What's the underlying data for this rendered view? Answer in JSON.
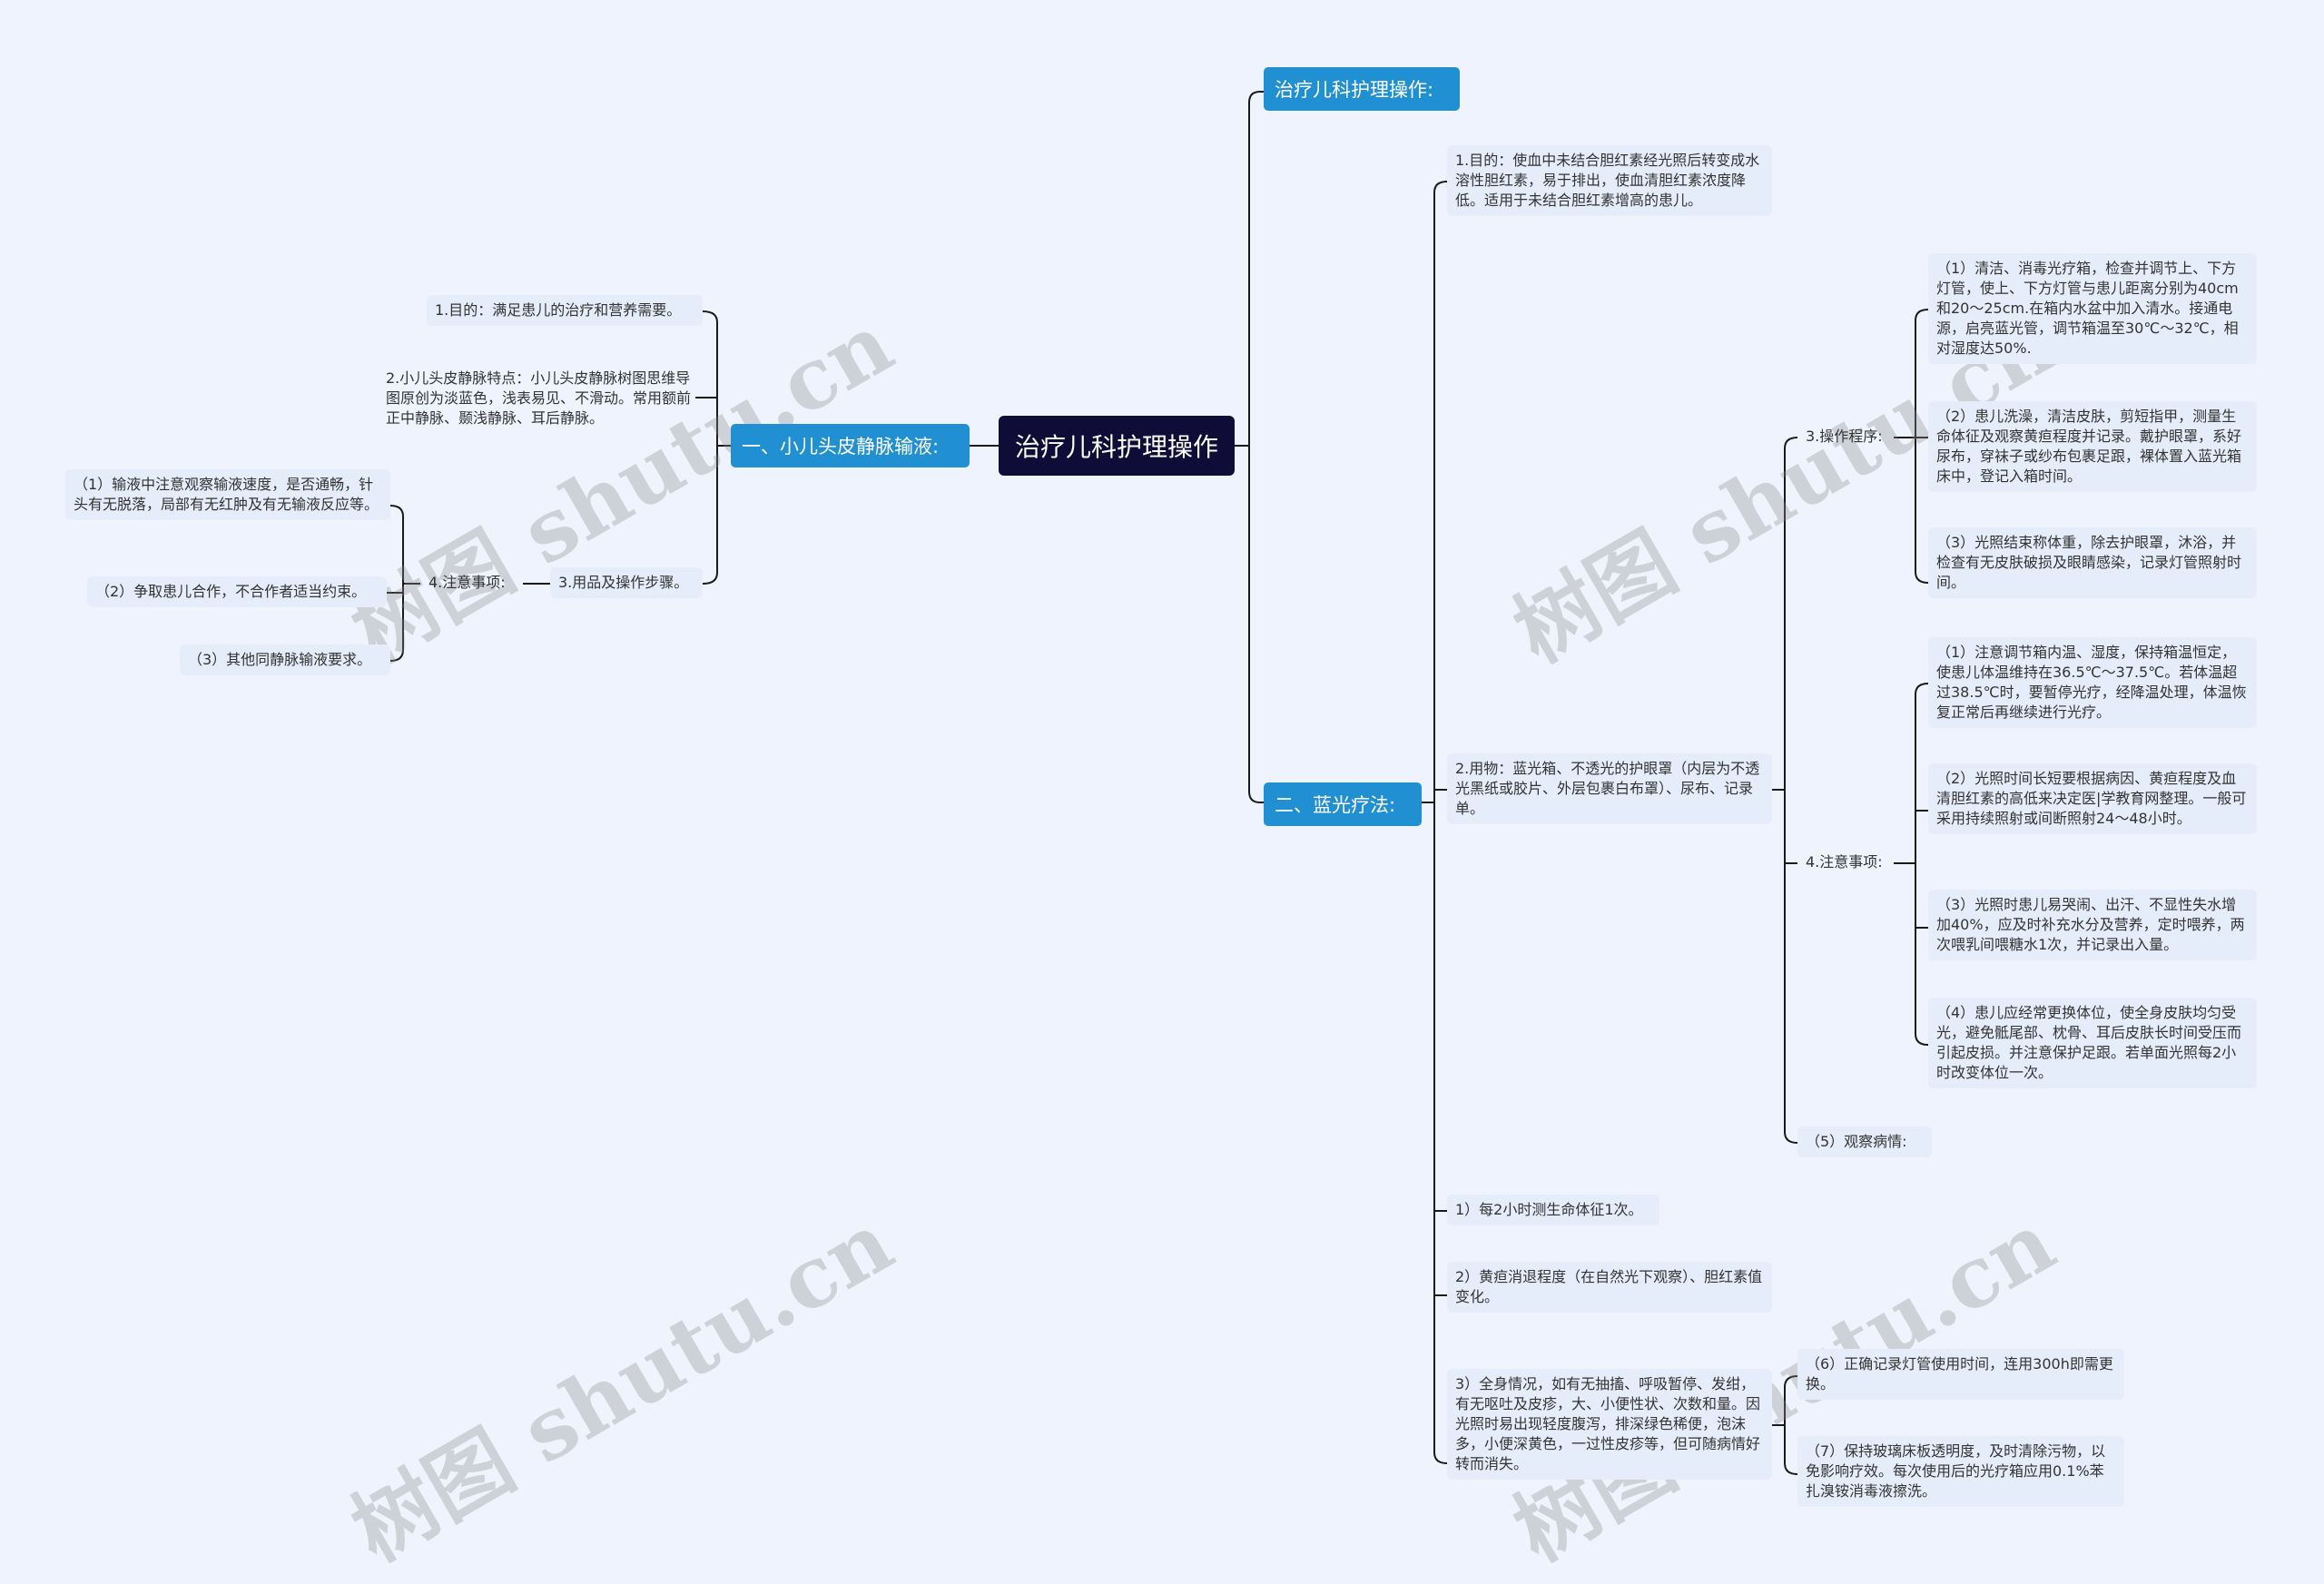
{
  "root": {
    "label": "治疗儿科护理操作"
  },
  "branches": {
    "top": {
      "label": "治疗儿科护理操作:"
    },
    "left": {
      "label": "一、小儿头皮静脉输液:",
      "items": {
        "purpose": "1.目的：满足患儿的治疗和营养需要。",
        "features": "2.小儿头皮静脉特点：小儿头皮静脉树图思维导图原创为淡蓝色，浅表易见、不滑动。常用额前正中静脉、颞浅静脉、耳后静脉。",
        "supplies": "3.用品及操作步骤。",
        "notes": "4.注意事项:",
        "note1": "（1）输液中注意观察输液速度，是否通畅，针头有无脱落，局部有无红肿及有无输液反应等。",
        "note2": "（2）争取患儿合作，不合作者适当约束。",
        "note3": "（3）其他同静脉输液要求。"
      }
    },
    "right": {
      "label": "二、蓝光疗法:",
      "items": {
        "purpose": "1.目的：使血中未结合胆红素经光照后转变成水溶性胆红素，易于排出，使血清胆红素浓度降低。适用于未结合胆红素增高的患儿。",
        "supplies": "2.用物：蓝光箱、不透光的护眼罩（内层为不透光黑纸或胶片、外层包裹白布罩）、尿布、记录单。",
        "procedure": "3.操作程序:",
        "proc1": "（1）清洁、消毒光疗箱，检查并调节上、下方灯管，使上、下方灯管与患儿距离分别为40cm和20～25cm.在箱内水盆中加入清水。接通电源，启亮蓝光管，调节箱温至30℃～32℃，相对湿度达50%.",
        "proc2": "（2）患儿洗澡，清洁皮肤，剪短指甲，测量生命体征及观察黄疸程度并记录。戴护眼罩，系好尿布，穿袜子或纱布包裹足跟，裸体置入蓝光箱床中，登记入箱时间。",
        "proc3": "（3）光照结束称体重，除去护眼罩，沐浴，并检查有无皮肤破损及眼睛感染，记录灯管照射时间。",
        "notes": "4.注意事项:",
        "note1": "（1）注意调节箱内温、湿度，保持箱温恒定，使患儿体温维持在36.5℃～37.5℃。若体温超过38.5℃时，要暂停光疗，经降温处理，体温恢复正常后再继续进行光疗。",
        "note2": "（2）光照时间长短要根据病因、黄疸程度及血清胆红素的高低来决定医|学教育网整理。一般可采用持续照射或间断照射24～48小时。",
        "note3": "（3）光照时患儿易哭闹、出汗、不显性失水增加40%，应及时补充水分及营养，定时喂养，两次喂乳间喂糖水1次，并记录出入量。",
        "note4": "（4）患儿应经常更换体位，使全身皮肤均匀受光，避免骶尾部、枕骨、耳后皮肤长时间受压而引起皮损。并注意保护足跟。若单面光照每2小时改变体位一次。",
        "note5": "（5）观察病情:",
        "obs1": "1）每2小时测生命体征1次。",
        "obs2": "2）黄疸消退程度（在自然光下观察）、胆红素值变化。",
        "obs3": "3）全身情况，如有无抽搐、呼吸暂停、发绀，有无呕吐及皮疹，大、小便性状、次数和量。因光照时易出现轻度腹泻，排深绿色稀便，泡沫多，小便深黄色，一过性皮疹等，但可随病情好转而消失。",
        "note6": "（6）正确记录灯管使用时间，连用300h即需更换。",
        "note7": "（7）保持玻璃床板透明度，及时清除污物，以免影响疗效。每次使用后的光疗箱应用0.1%苯扎溴铵消毒液擦洗。"
      }
    }
  },
  "watermark": "树图 shutu.cn",
  "colors": {
    "background": "#eef3fd",
    "root": "#0f0c38",
    "main": "#2190d3",
    "leaf": "#e5ecfa",
    "line": "#1a1a1a"
  }
}
